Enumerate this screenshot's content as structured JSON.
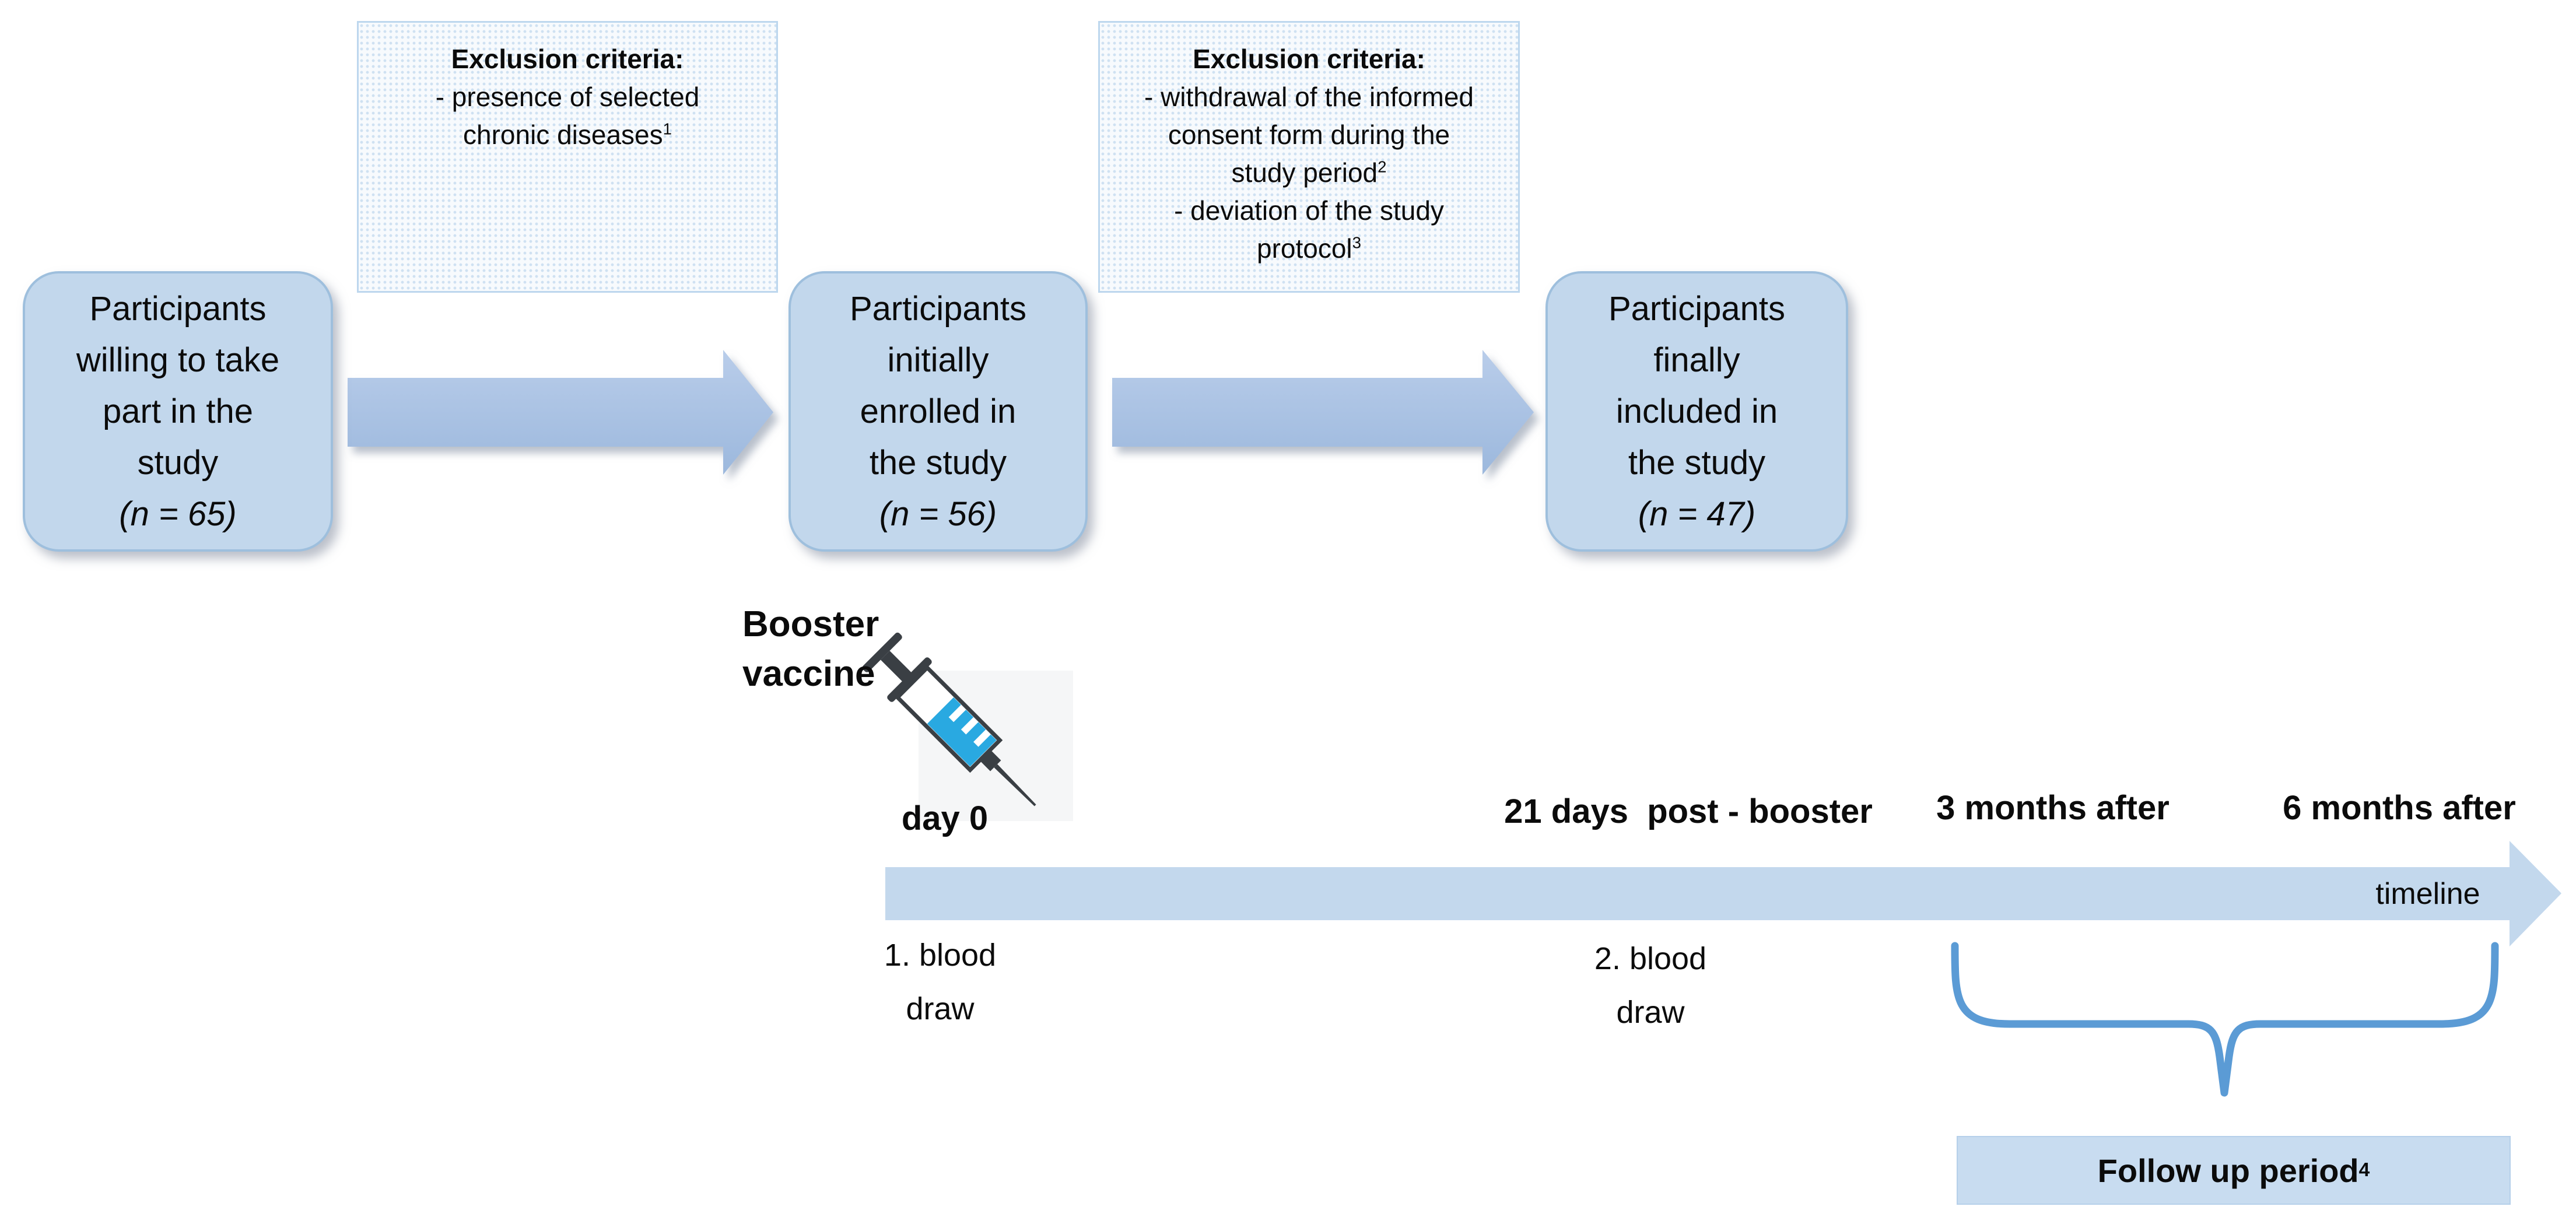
{
  "figure_type": "study-flow-diagram-with-timeline",
  "colors": {
    "flow_box_fill": "#c2d7ec",
    "flow_box_border": "#9ebfdd",
    "block_arrow_top": "#b9cdea",
    "block_arrow_bottom": "#9cb8dd",
    "timeline_arrow_fill": "#c3d8ed",
    "bracket_stroke": "#5b9bd5",
    "followup_fill": "#c8dcf0",
    "exclusion_fill": "#f7fafd",
    "exclusion_border": "#bdd7ee",
    "syringe_body": "#3a3f44",
    "syringe_liquid": "#29a9e1",
    "text": "#0b0b0b"
  },
  "exclusion_boxes": [
    {
      "heading": "Exclusion criteria:",
      "line1": "- presence of selected",
      "line2": "chronic diseases",
      "line2_sup": "1"
    },
    {
      "heading": "Exclusion criteria:",
      "line1": "- withdrawal of the informed",
      "line2": "consent form during the",
      "line3": "study period",
      "line3_sup": "2",
      "line4": "- deviation of the study",
      "line5": "protocol",
      "line5_sup": "3"
    }
  ],
  "flow_boxes": [
    {
      "line1": "Participants",
      "line2": "willing to take",
      "line3": "part in the",
      "line4": "study",
      "n_label": "(n = 65)"
    },
    {
      "line1": "Participants",
      "line2": "initially",
      "line3": "enrolled in",
      "line4": "the study",
      "n_label": "(n = 56)"
    },
    {
      "line1": "Participants",
      "line2": "finally",
      "line3": "included in",
      "line4": "the study",
      "n_label": "(n = 47)"
    }
  ],
  "timeline": {
    "booster_label": "Booster\nvaccine",
    "milestone_day0": "day 0",
    "milestone_21days": "21 days  post - booster",
    "milestone_3months": "3 months after",
    "milestone_6months": "6 months after",
    "axis_label": "timeline",
    "event1": "1. blood\ndraw",
    "event2": "2. blood\ndraw",
    "followup_label": "Follow up period",
    "followup_sup": "4"
  }
}
